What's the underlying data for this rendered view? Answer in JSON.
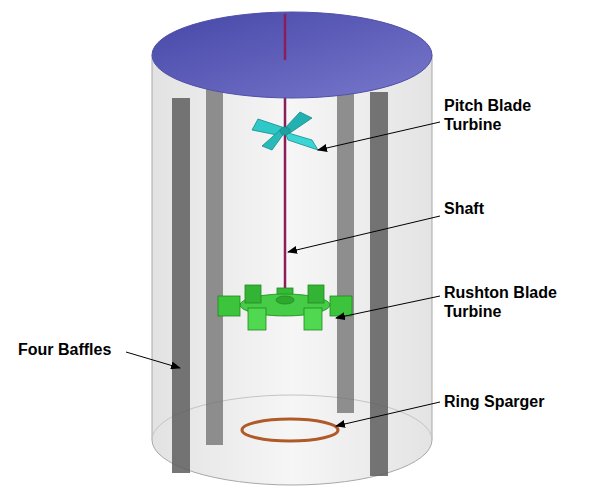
{
  "diagram": {
    "labels": [
      "Pitch Blade Turbine",
      "Shaft",
      "Rushton Blade Turbine",
      "Four Baffles",
      "Ring Sparger"
    ]
  }
}
